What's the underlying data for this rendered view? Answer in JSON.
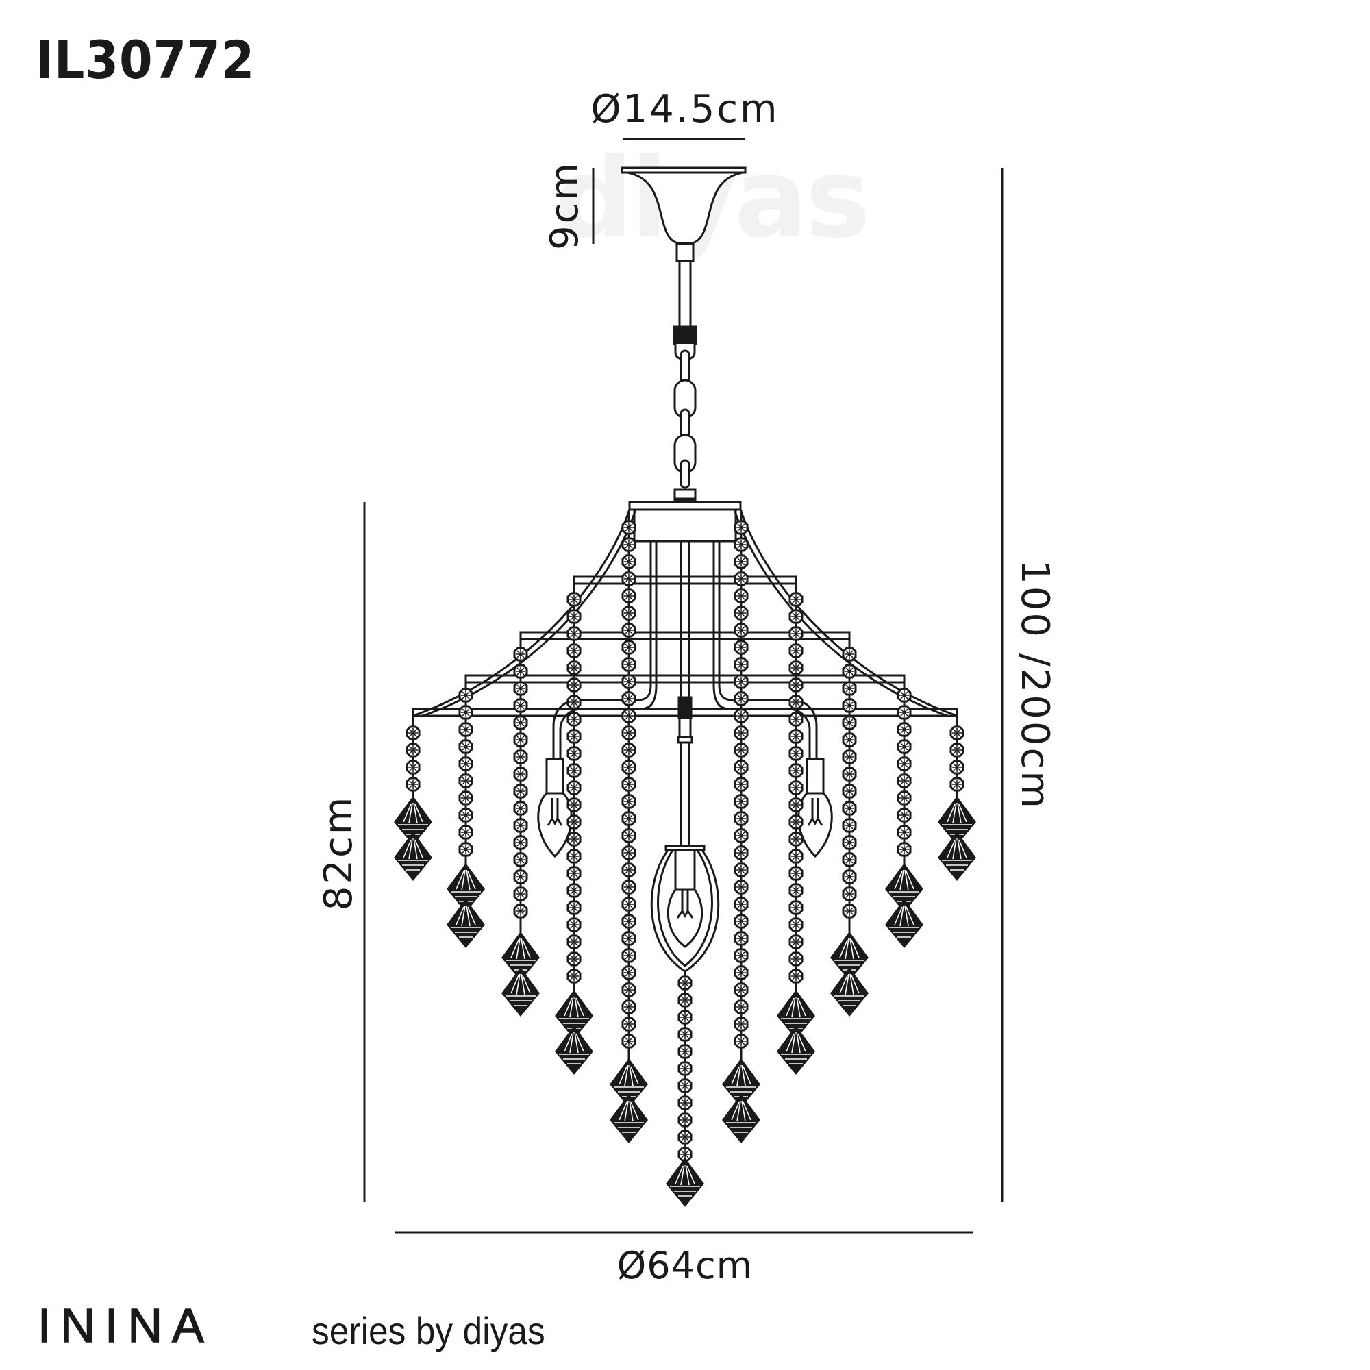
{
  "product": {
    "code": "IL30772",
    "series_name": "ININA",
    "series_byline": "series by diyas",
    "watermark": "diyas"
  },
  "dimensions": {
    "ceiling_rose_diameter": "Ø14.5cm",
    "ceiling_rose_height": "9cm",
    "body_height": "82cm",
    "overall_height": "100 /200cm",
    "body_diameter": "Ø64cm"
  },
  "drawing": {
    "subject": "chandelier-technical-drawing",
    "lamps": 3,
    "pendant_strands": 11,
    "line_color": "#1a1a1a",
    "background": "#ffffff"
  }
}
